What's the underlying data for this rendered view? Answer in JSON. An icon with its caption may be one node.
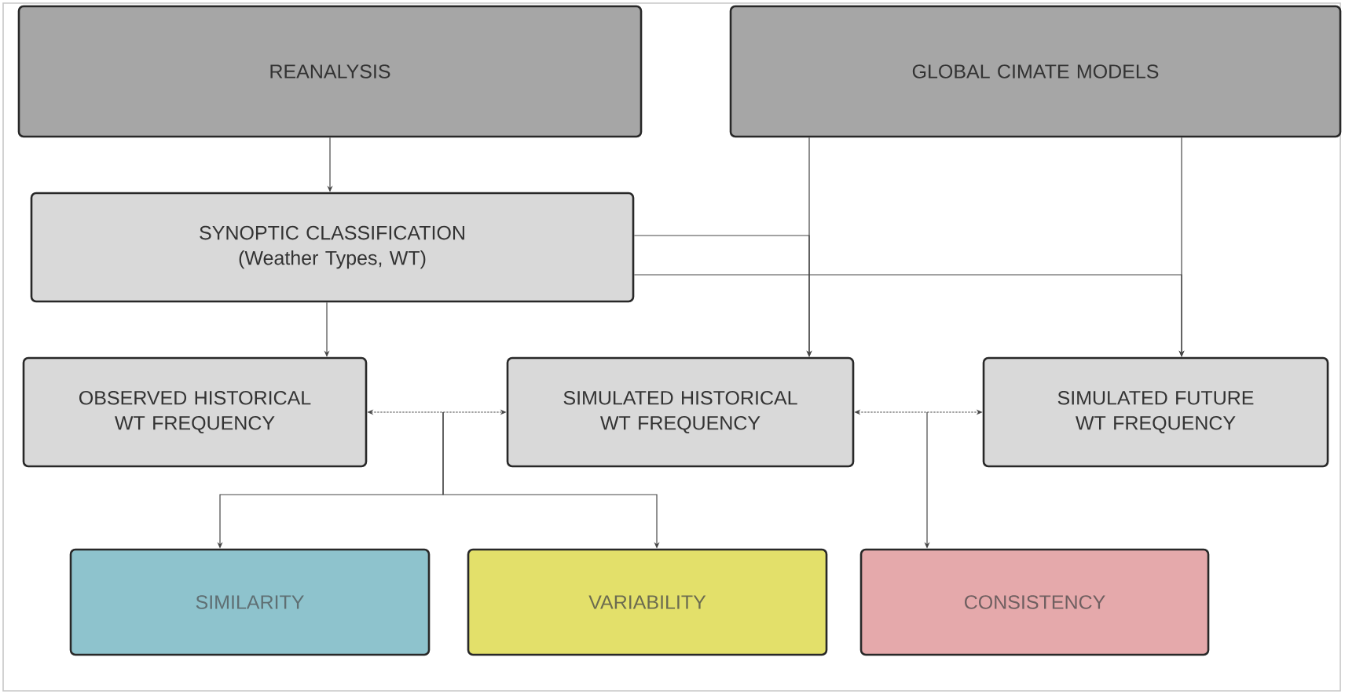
{
  "diagram": {
    "nodes": [
      {
        "text": [
          "REANALYSIS"
        ]
      },
      {
        "text": [
          "GLOBAL CIMATE MODELS"
        ]
      },
      {
        "text": [
          "SYNOPTIC CLASSIFICATION (Weather Types, WT)"
        ]
      },
      {
        "text": [
          "OBSERVED HISTORICAL WT FREQUENCY"
        ]
      },
      {
        "text": [
          "SIMULATED HISTORICAL WT FREQUENCY"
        ]
      },
      {
        "text": [
          "SIMULATED FUTURE WT FREQUENCY"
        ]
      },
      {
        "text": [
          "SIMILARITY"
        ]
      },
      {
        "text": [
          "VARIABILITY"
        ]
      },
      {
        "text": [
          "CONSISTENCY"
        ]
      }
    ],
    "edges": [
      {
        "from": 0,
        "to": 2,
        "arrow": "to"
      },
      {
        "from": 1,
        "to": 4,
        "arrow": "to"
      },
      {
        "from": 1,
        "to": 5,
        "arrow": "to"
      },
      {
        "from": 2,
        "to": 4,
        "arrow": "to"
      },
      {
        "from": 2,
        "to": 5,
        "arrow": "to"
      },
      {
        "from": 2,
        "to": 3,
        "arrow": "to"
      },
      {
        "from": 3,
        "to": 4,
        "arrow": "both",
        "style": "dashed"
      },
      {
        "from": 4,
        "to": 5,
        "arrow": "both",
        "style": "dashed"
      },
      {
        "from": null,
        "to": 6,
        "arrow": "to"
      },
      {
        "from": null,
        "to": 7,
        "arrow": "to"
      },
      {
        "from": null,
        "to": 8,
        "arrow": "to"
      }
    ]
  }
}
